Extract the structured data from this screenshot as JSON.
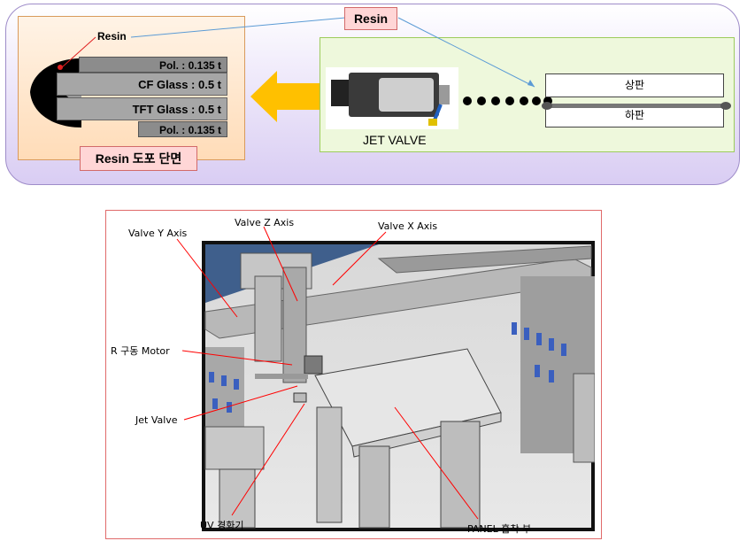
{
  "top": {
    "resin_callout": "Resin",
    "cross_section": {
      "resin_label": "Resin",
      "pol_top": "Pol. : 0.135 t",
      "cf_glass": "CF Glass : 0.5 t",
      "tft_glass": "TFT  Glass : 0.5 t",
      "pol_bottom": "Pol. : 0.135 t",
      "caption": "Resin 도포 단면"
    },
    "jet_valve": {
      "label": "JET VALVE",
      "upper_plate": "상판",
      "lower_plate": "하판"
    }
  },
  "machine": {
    "labels": {
      "valve_y": "Valve Y Axis",
      "valve_z": "Valve Z Axis",
      "valve_x": "Valve X Axis",
      "r_motor": "R 구동 Motor",
      "jet_valve": "Jet Valve",
      "uv": "UV 경화기",
      "panel": "PANEL 흡착 부"
    }
  },
  "colors": {
    "arrow": "#ffc000",
    "callout_bg": "#ffd6d6",
    "leader": "#ff0000",
    "frame": "#e06a6a"
  }
}
